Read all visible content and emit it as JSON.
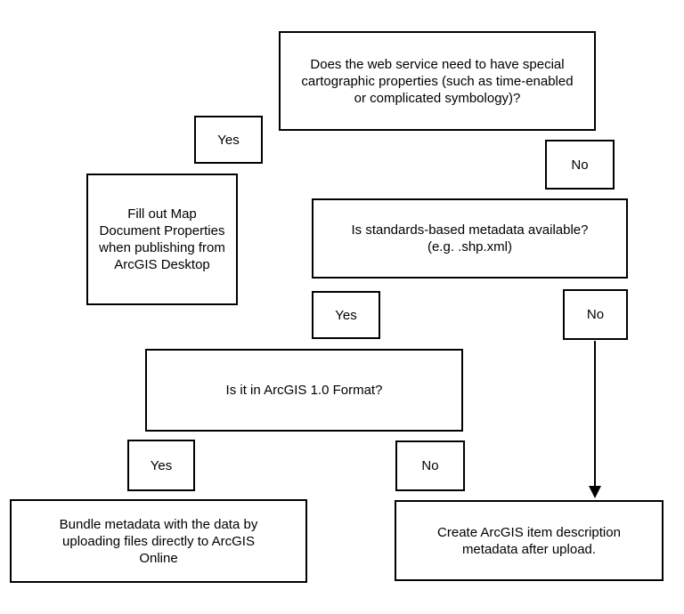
{
  "page": {
    "background_color": "#ffffff",
    "line_color": "#000000",
    "text_color": "#000000"
  },
  "flowchart": {
    "nodes": {
      "q_cartographic": {
        "label": "Does the web service need to have special\ncartographic properties (such as time-enabled\nor complicated symbology)?"
      },
      "yes1": {
        "label": "Yes"
      },
      "no1": {
        "label": "No"
      },
      "fill_out": {
        "label": "Fill out Map\nDocument Properties\nwhen publishing from\nArcGIS Desktop"
      },
      "q_standards": {
        "label": "Is standards-based metadata available?\n(e.g. .shp.xml)"
      },
      "yes2": {
        "label": "Yes"
      },
      "no2": {
        "label": "No"
      },
      "q_format": {
        "label": "Is it in ArcGIS 1.0 Format?"
      },
      "yes3": {
        "label": "Yes"
      },
      "no3": {
        "label": "No"
      },
      "bundle": {
        "label": "Bundle metadata with the data by\nuploading files directly to ArcGIS\nOnline"
      },
      "create": {
        "label": "Create ArcGIS item description\nmetadata after upload."
      }
    },
    "edges": [
      {
        "from": "no2",
        "to": "create",
        "style": "arrow-down"
      }
    ]
  }
}
